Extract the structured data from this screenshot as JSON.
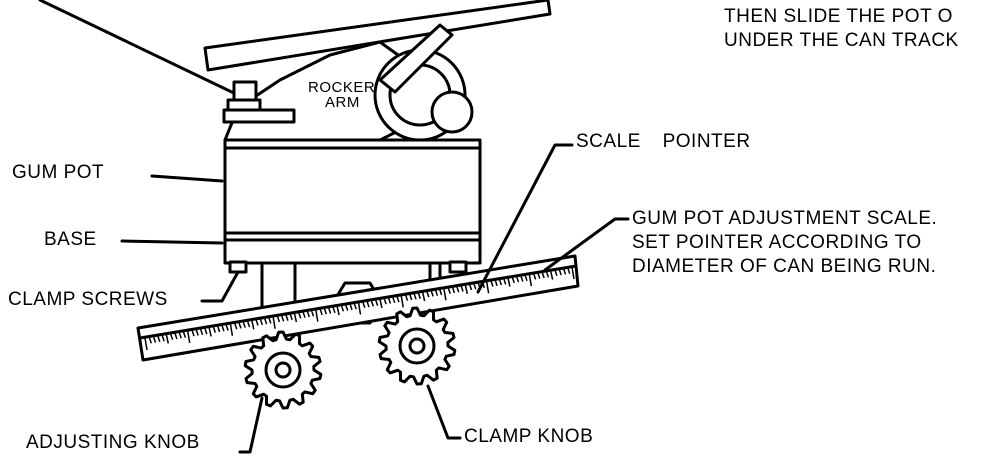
{
  "labels": {
    "note_line1": "THEN SLIDE THE POT O",
    "note_line2": "UNDER THE CAN TRACK",
    "rocker_line1": "ROCKER",
    "rocker_line2": "ARM",
    "scale_pointer": "SCALE POINTER",
    "gum_pot": "GUM POT",
    "base": "BASE",
    "clamp_screws": "CLAMP SCREWS",
    "adjustment_line1": "GUM POT ADJUSTMENT SCALE.",
    "adjustment_line2": "SET POINTER ACCORDING TO",
    "adjustment_line3": "DIAMETER OF CAN BEING RUN.",
    "adjusting_knob": "ADJUSTING KNOB",
    "clamp_knob": "CLAMP KNOB"
  },
  "colors": {
    "ink": "#000000",
    "paper": "#ffffff"
  }
}
